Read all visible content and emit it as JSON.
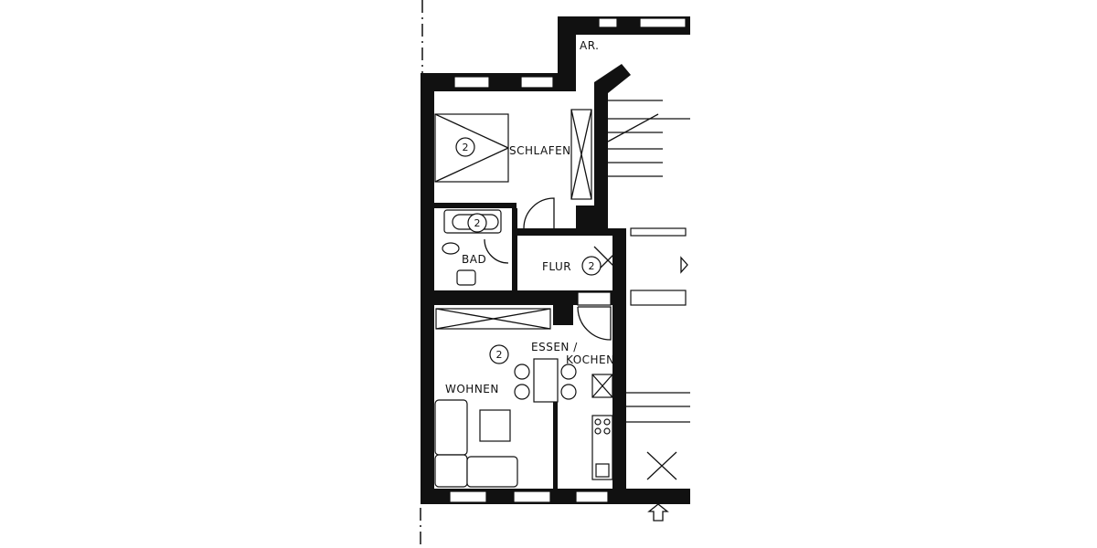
{
  "floorplan": {
    "rooms": [
      {
        "name": "SCHLAFEN",
        "unit": "2"
      },
      {
        "name": "AR.",
        "unit": ""
      },
      {
        "name": "BAD",
        "unit": "2"
      },
      {
        "name": "FLUR",
        "unit": "2"
      },
      {
        "name": "ESSEN /",
        "name2": "KOCHEN",
        "unit": "2"
      },
      {
        "name": "WOHNEN",
        "unit": ""
      }
    ],
    "colors": {
      "wall": "#111111",
      "background": "#ffffff"
    }
  }
}
